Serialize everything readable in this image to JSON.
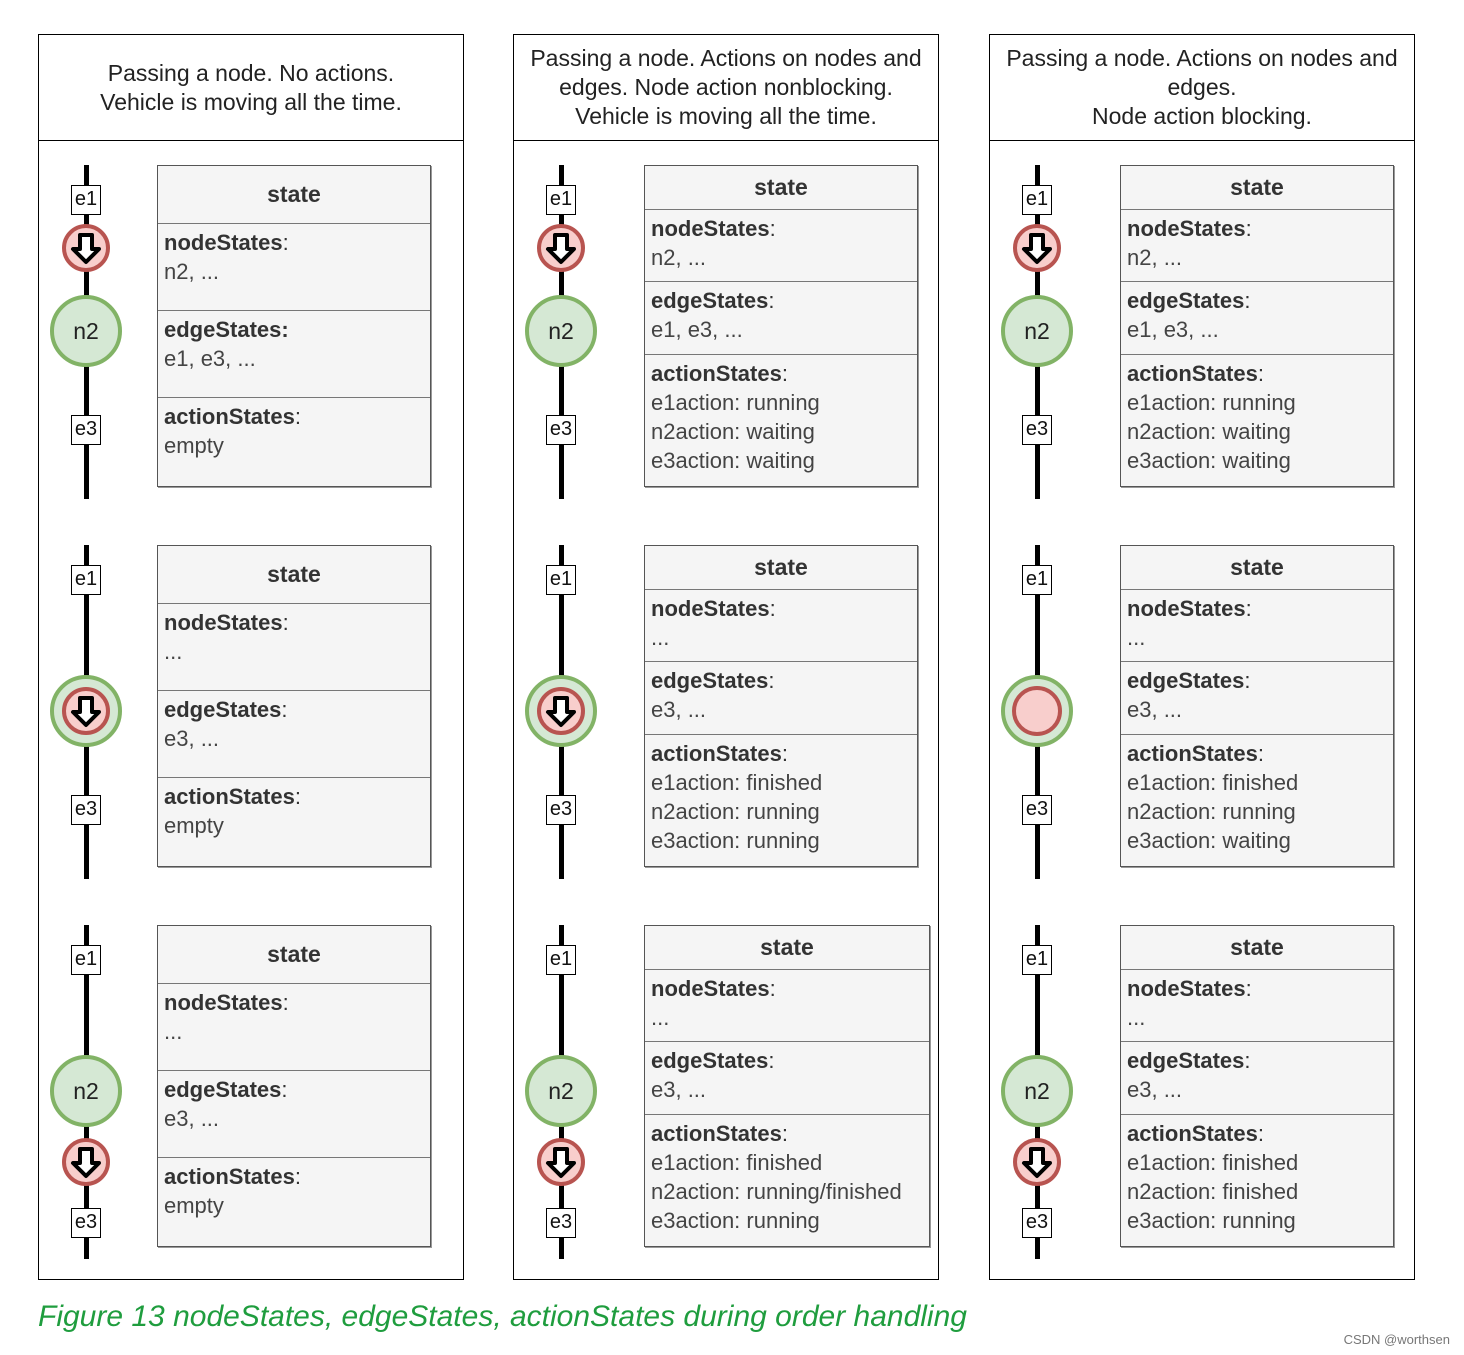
{
  "panels": [
    {
      "title": "Passing a node. No actions.\nVehicle is moving all the time.",
      "rows": [
        {
          "edge_start": "e1",
          "node": "n2",
          "edge_end": "e3",
          "marker": "before-node",
          "state": {
            "header": "state",
            "node_key": "nodeStates",
            "node_val": "n2, ...",
            "edge_key": "edgeStates:",
            "edge_val": "e1, e3, ...",
            "action_key": "actionStates",
            "action_val": "empty"
          }
        },
        {
          "edge_start": "e1",
          "node": "",
          "edge_end": "e3",
          "marker": "at-node",
          "state": {
            "header": "state",
            "node_key": "nodeStates",
            "node_val": "...",
            "edge_key": "edgeStates",
            "edge_val": "e3, ...",
            "action_key": "actionStates",
            "action_val": "empty"
          }
        },
        {
          "edge_start": "e1",
          "node": "n2",
          "edge_end": "e3",
          "marker": "after-node",
          "state": {
            "header": "state",
            "node_key": "nodeStates",
            "node_val": "...",
            "edge_key": "edgeStates",
            "edge_val": "e3, ...",
            "action_key": "actionStates",
            "action_val": "empty"
          }
        }
      ]
    },
    {
      "title": "Passing a node. Actions on nodes and\nedges. Node action nonblocking.\nVehicle is moving all the time.",
      "rows": [
        {
          "edge_start": "e1",
          "node": "n2",
          "edge_end": "e3",
          "marker": "before-node",
          "state": {
            "header": "state",
            "node_key": "nodeStates",
            "node_val": "n2, ...",
            "edge_key": "edgeStates",
            "edge_val": "e1, e3, ...",
            "action_key": "actionStates",
            "action_val": "e1action: running\nn2action: waiting\ne3action: waiting"
          }
        },
        {
          "edge_start": "e1",
          "node": "",
          "edge_end": "e3",
          "marker": "at-node",
          "state": {
            "header": "state",
            "node_key": "nodeStates",
            "node_val": "...",
            "edge_key": "edgeStates",
            "edge_val": "e3, ...",
            "action_key": "actionStates",
            "action_val": "e1action: finished\nn2action: running\ne3action: running"
          }
        },
        {
          "edge_start": "e1",
          "node": "n2",
          "edge_end": "e3",
          "marker": "after-node",
          "state": {
            "header": "state",
            "node_key": "nodeStates",
            "node_val": "...",
            "edge_key": "edgeStates",
            "edge_val": "e3, ...",
            "action_key": "actionStates",
            "action_val": "e1action: finished\nn2action: running/finished\ne3action: running"
          }
        }
      ]
    },
    {
      "title": "Passing a node. Actions on nodes and\nedges.\nNode action blocking.",
      "rows": [
        {
          "edge_start": "e1",
          "node": "n2",
          "edge_end": "e3",
          "marker": "before-node",
          "state": {
            "header": "state",
            "node_key": "nodeStates",
            "node_val": "n2, ...",
            "edge_key": "edgeStates",
            "edge_val": "e1, e3, ...",
            "action_key": "actionStates",
            "action_val": "e1action: running\nn2action: waiting\ne3action: waiting"
          }
        },
        {
          "edge_start": "e1",
          "node": "",
          "edge_end": "e3",
          "marker": "stopped-at-node",
          "state": {
            "header": "state",
            "node_key": "nodeStates",
            "node_val": "...",
            "edge_key": "edgeStates",
            "edge_val": "e3, ...",
            "action_key": "actionStates",
            "action_val": "e1action: finished\nn2action: running\ne3action: waiting"
          }
        },
        {
          "edge_start": "e1",
          "node": "n2",
          "edge_end": "e3",
          "marker": "after-node",
          "state": {
            "header": "state",
            "node_key": "nodeStates",
            "node_val": "...",
            "edge_key": "edgeStates",
            "edge_val": "e3, ...",
            "action_key": "actionStates",
            "action_val": "e1action: finished\nn2action: finished\ne3action: running"
          }
        }
      ]
    }
  ],
  "caption": "Figure 13  nodeStates, edgeStates, actionStates during order handling",
  "watermark": "CSDN @worthsen",
  "colors": {
    "node_fill": "#d5e8d4",
    "node_border": "#82b366",
    "marker_fill": "#f8cecc",
    "marker_border": "#b85450",
    "caption": "#1f9d3e"
  }
}
